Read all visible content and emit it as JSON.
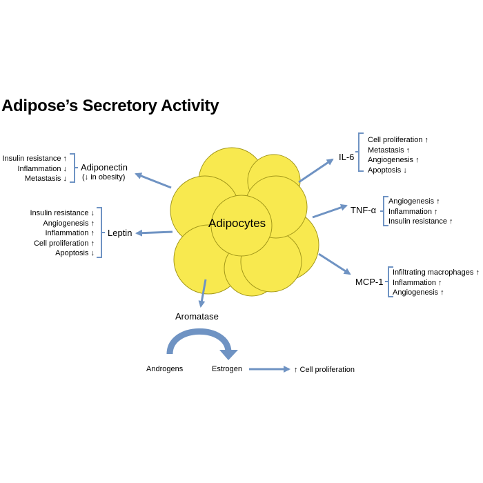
{
  "title": "Adipose’s Secretory Activity",
  "colors": {
    "cell_fill": "#f8e94f",
    "cell_stroke": "#a3981a",
    "arrow": "#6f93c3",
    "text": "#000000"
  },
  "center": {
    "label": "Adipocytes"
  },
  "adiponectin": {
    "name": "Adiponectin",
    "note": "(↓ in obesity)",
    "effects": [
      "Insulin resistance ↑",
      "Inflammation ↓",
      "Metastasis ↓"
    ]
  },
  "leptin": {
    "name": "Leptin",
    "effects": [
      "Insulin resistance ↓",
      "Angiogenesis ↑",
      "Inflammation ↑",
      "Cell proliferation ↑",
      "Apoptosis ↓"
    ]
  },
  "il6": {
    "name": "IL-6",
    "effects": [
      "Cell proliferation ↑",
      "Metastasis ↑",
      "Angiogenesis ↑",
      "Apoptosis ↓"
    ]
  },
  "tnf": {
    "name": "TNF-α",
    "effects": [
      "Angiogenesis  ↑",
      "Inflammation ↑",
      "Insulin resistance ↑"
    ]
  },
  "mcp1": {
    "name": "MCP-1",
    "effects": [
      "Infiltrating macrophages ↑",
      "Inflammation ↑",
      "Angiogenesis ↑"
    ]
  },
  "aromatase": {
    "name": "Aromatase",
    "substrate": "Androgens",
    "product": "Estrogen",
    "effect": "↑ Cell proliferation"
  }
}
